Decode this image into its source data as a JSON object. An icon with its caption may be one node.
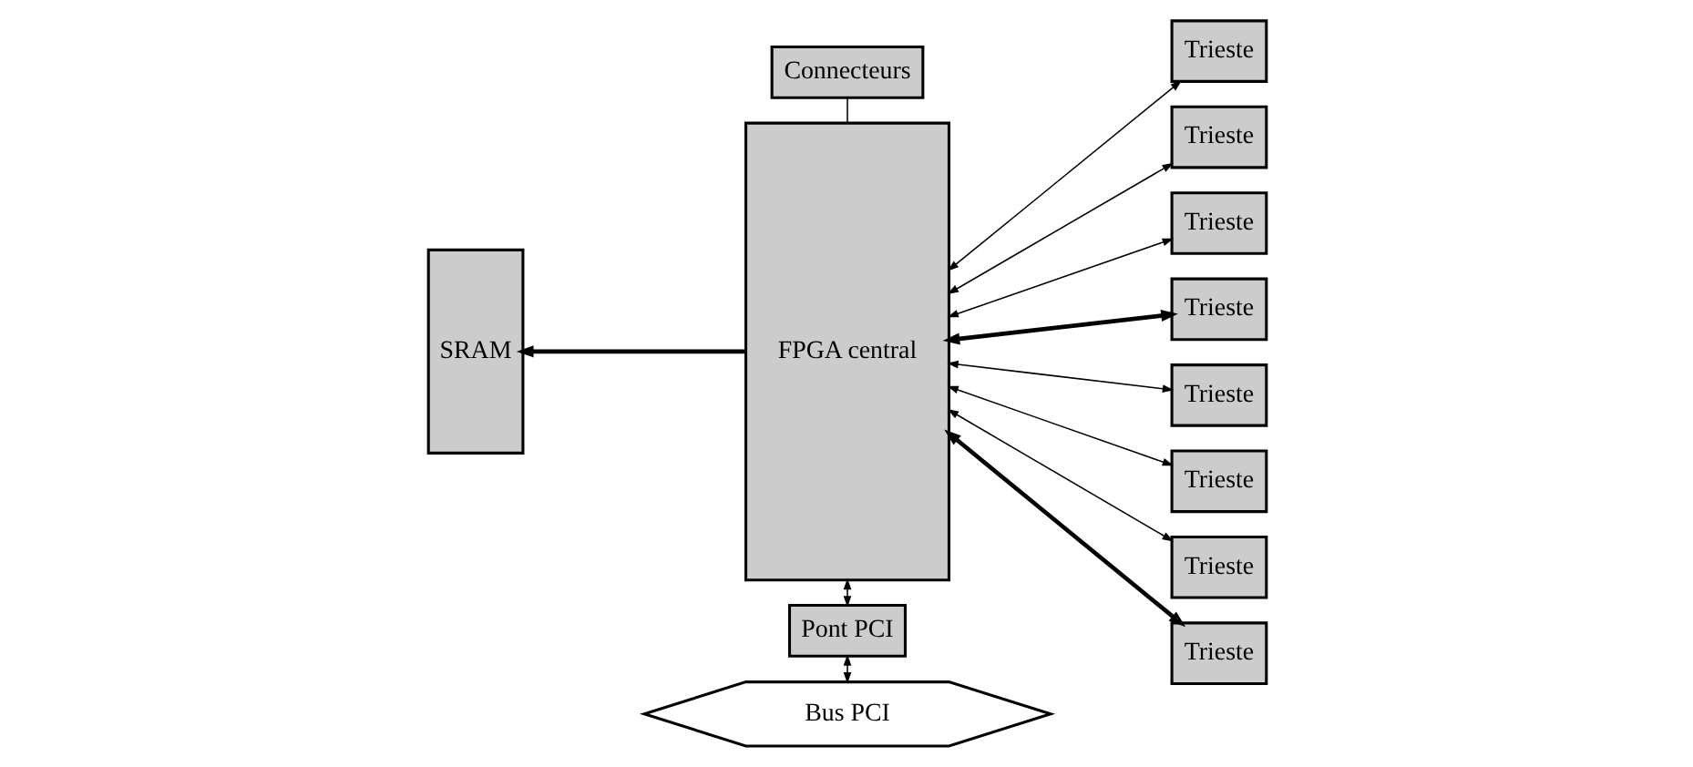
{
  "diagram": {
    "nodes": [
      {
        "text": [
          "Connecteurs"
        ]
      },
      {
        "text": [
          "SRAM"
        ]
      },
      {
        "text": [
          "FPGA central"
        ]
      },
      {
        "text": [
          "Trieste"
        ]
      },
      {
        "text": [
          "Trieste"
        ]
      },
      {
        "text": [
          "Trieste"
        ]
      },
      {
        "text": [
          "Trieste"
        ]
      },
      {
        "text": [
          "Trieste"
        ]
      },
      {
        "text": [
          "Trieste"
        ]
      },
      {
        "text": [
          "Trieste"
        ]
      },
      {
        "text": [
          "Trieste"
        ]
      },
      {
        "text": [
          "Pont PCI"
        ]
      },
      {
        "text": [
          "Bus PCI"
        ]
      }
    ],
    "edges": [
      {
        "from": 0,
        "to": 2,
        "arrow": "none"
      },
      {
        "from": 2,
        "to": 1,
        "arrow": "to",
        "style": "thick"
      },
      {
        "from": 2,
        "to": 3,
        "arrow": "both"
      },
      {
        "from": 2,
        "to": 4,
        "arrow": "both"
      },
      {
        "from": 2,
        "to": 5,
        "arrow": "both"
      },
      {
        "from": 2,
        "to": 6,
        "arrow": "both",
        "style": "thick"
      },
      {
        "from": 2,
        "to": 7,
        "arrow": "both"
      },
      {
        "from": 2,
        "to": 8,
        "arrow": "both"
      },
      {
        "from": 2,
        "to": 9,
        "arrow": "both"
      },
      {
        "from": 2,
        "to": 10,
        "arrow": "both",
        "style": "thick"
      },
      {
        "from": 2,
        "to": 11,
        "arrow": "both"
      },
      {
        "from": 11,
        "to": 12,
        "arrow": "both"
      }
    ]
  }
}
